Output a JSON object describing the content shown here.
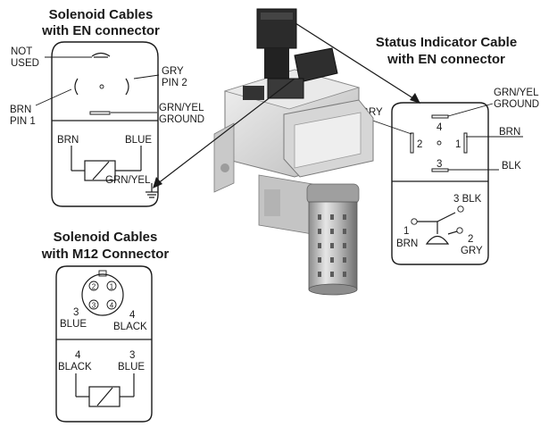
{
  "titles": {
    "solenoid_en_line1": "Solenoid Cables",
    "solenoid_en_line2": "with EN connector",
    "status_line1": "Status Indicator Cable",
    "status_line2": "with EN connector",
    "solenoid_m12_line1": "Solenoid Cables",
    "solenoid_m12_line2": "with M12 Connector"
  },
  "solenoid_en": {
    "not": "NOT",
    "used": "USED",
    "gry": "GRY",
    "pin2": "PIN 2",
    "brn": "BRN",
    "pin1": "PIN 1",
    "grnyel": "GRN/YEL",
    "ground": "GROUND",
    "brn_bottom": "BRN",
    "blue_bottom": "BLUE",
    "grnyel_bottom": "GRN/YEL"
  },
  "status": {
    "grnyel": "GRN/YEL",
    "ground": "GROUND",
    "gry": "GRY",
    "brn": "BRN",
    "blk": "BLK",
    "n4": "4",
    "n2": "2",
    "n1": "1",
    "n3": "3",
    "blk3": "3 BLK",
    "one": "1",
    "brn_bottom": "BRN",
    "two": "2",
    "gry_bottom": "GRY"
  },
  "m12": {
    "pin2": "2",
    "pin1": "1",
    "pin3": "3",
    "pin4": "4",
    "n3": "3",
    "blue": "BLUE",
    "n4": "4",
    "black": "BLACK",
    "n4b": "4",
    "black_bottom": "BLACK",
    "n3b": "3",
    "blue_bottom": "BLUE"
  }
}
